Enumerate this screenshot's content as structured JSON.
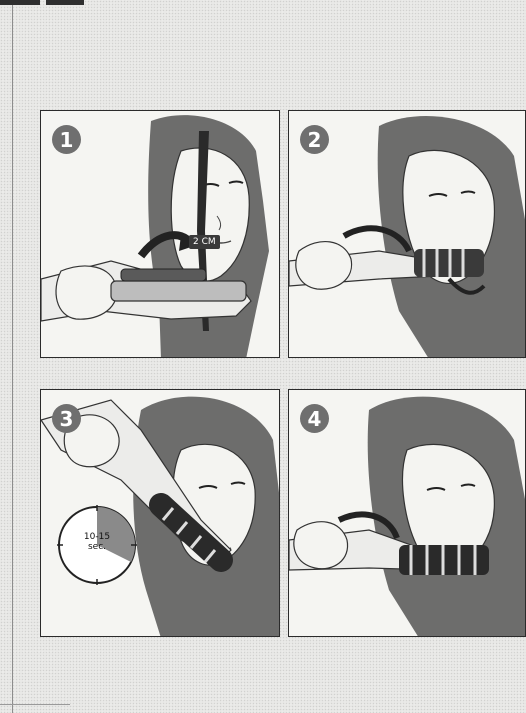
{
  "steps": [
    {
      "number": "1",
      "annotation": "2 CM"
    },
    {
      "number": "2"
    },
    {
      "number": "3",
      "timer_time": "10-15",
      "timer_unit": "sec."
    },
    {
      "number": "4"
    }
  ]
}
